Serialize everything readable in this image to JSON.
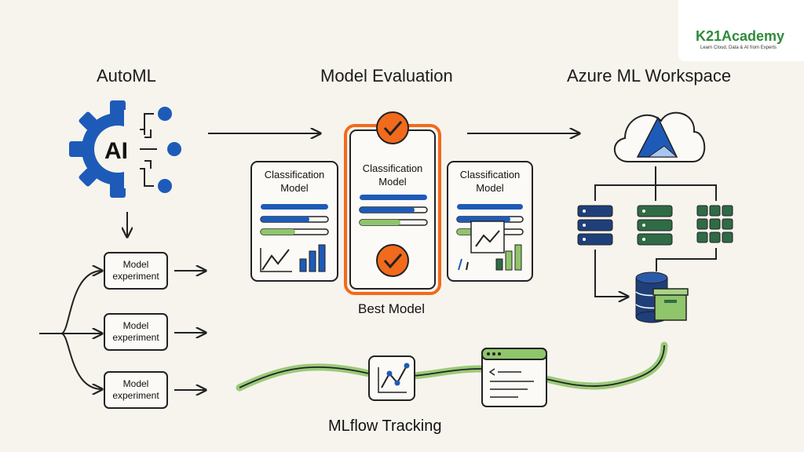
{
  "titles": {
    "automl": "AutoML",
    "evaluation": "Model Evaluation",
    "workspace": "Azure ML Workspace"
  },
  "logo": {
    "name": "K21Academy",
    "tagline": "Learn Cloud, Data & AI from Experts",
    "color": "#2e8b3a"
  },
  "automl_badge": "AI",
  "experiments": [
    {
      "label": "Model experiment"
    },
    {
      "label": "Model experiment"
    },
    {
      "label": "Model experiment"
    }
  ],
  "cards": [
    {
      "label": "Classification Model",
      "highlighted": false
    },
    {
      "label": "Classification Model",
      "highlighted": true
    },
    {
      "label": "Classification Model",
      "highlighted": false
    }
  ],
  "best_model_label": "Best Model",
  "tracking_label": "MLflow Tracking",
  "colors": {
    "blue": "#1e5bb8",
    "green": "#8fc56b",
    "orange": "#f26a1b",
    "dark_green": "#2f6b45",
    "navy": "#1f3f7a"
  }
}
